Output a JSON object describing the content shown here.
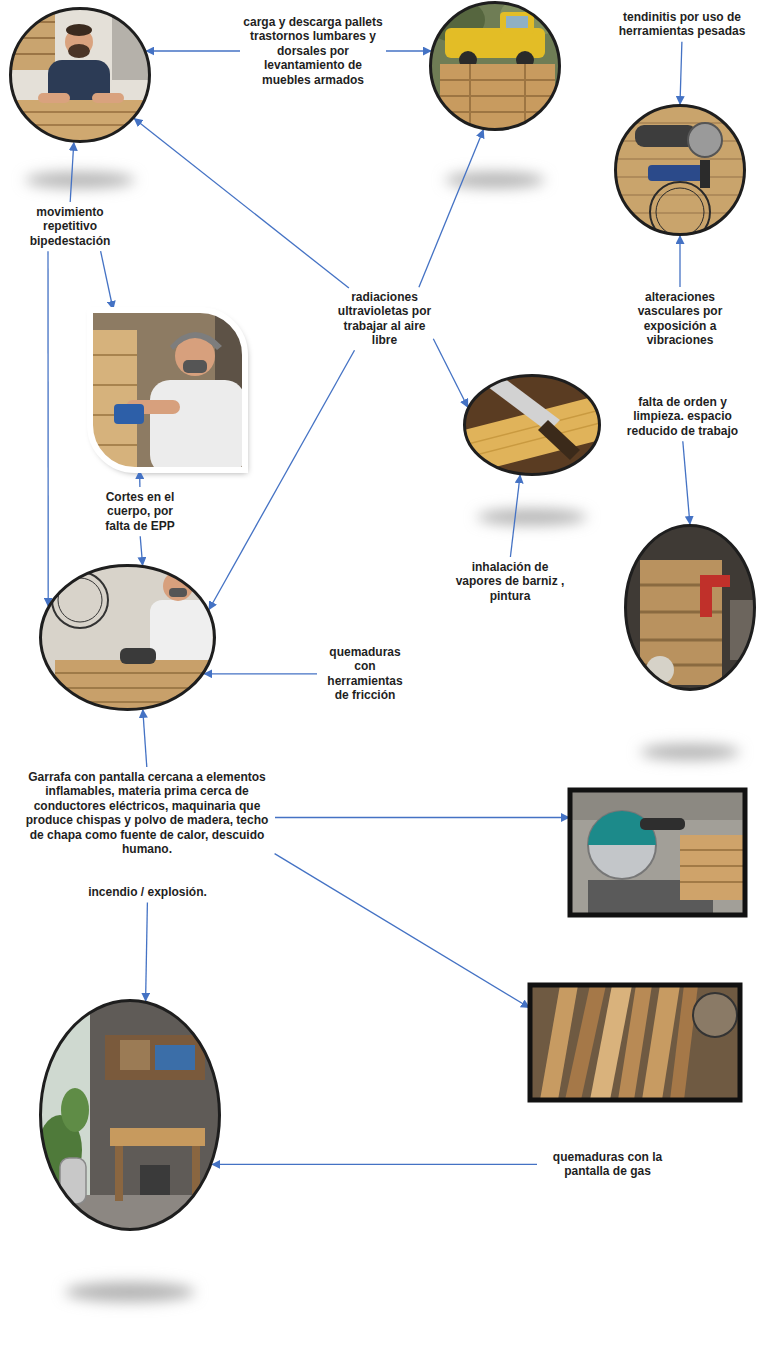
{
  "diagram": {
    "nodes": [
      {
        "text": []
      },
      {
        "text": [
          "carga y descarga pallets trastornos lumbares y dorsales por levantamiento de muebles armados"
        ]
      },
      {
        "text": []
      },
      {
        "text": [
          "tendinitis por uso de herramientas pesadas"
        ]
      },
      {
        "text": []
      },
      {
        "text": [
          "movimiento repetitivo bipedestación"
        ]
      },
      {
        "text": []
      },
      {
        "text": [
          "radiaciones ultravioletas por trabajar al aire libre"
        ]
      },
      {
        "text": [
          "alteraciones vasculares por exposición a vibraciones"
        ]
      },
      {
        "text": []
      },
      {
        "text": [
          "falta de orden y limpieza. espacio reducido de trabajo"
        ]
      },
      {
        "text": [
          "Cortes en el cuerpo, por falta de EPP"
        ]
      },
      {
        "text": [
          "inhalación de vapores de barniz , pintura"
        ]
      },
      {
        "text": []
      },
      {
        "text": []
      },
      {
        "text": [
          "quemaduras con herramientas de fricción"
        ]
      },
      {
        "text": [
          "Garrafa con pantalla cercana a elementos inflamables, materia prima cerca de conductores eléctricos, maquinaria que produce chispas y polvo de madera, techo de chapa como fuente de calor, descuido humano."
        ]
      },
      {
        "text": [
          "incendio / explosión."
        ]
      },
      {
        "text": []
      },
      {
        "text": []
      },
      {
        "text": [
          "quemaduras con la pantalla de gas"
        ]
      },
      {
        "text": []
      }
    ],
    "edges": [
      {
        "from": 1,
        "to": 0,
        "arrow": "to"
      },
      {
        "from": 1,
        "to": 2,
        "arrow": "to"
      },
      {
        "from": 3,
        "to": 4,
        "arrow": "to"
      },
      {
        "from": 5,
        "to": 0,
        "arrow": "to"
      },
      {
        "from": 5,
        "to": 6,
        "arrow": "to"
      },
      {
        "from": 5,
        "to": 14,
        "arrow": "to"
      },
      {
        "from": 7,
        "to": 0,
        "arrow": "to"
      },
      {
        "from": 7,
        "to": 2,
        "arrow": "to"
      },
      {
        "from": 7,
        "to": 9,
        "arrow": "to"
      },
      {
        "from": 7,
        "to": 14,
        "arrow": "to"
      },
      {
        "from": 8,
        "to": 4,
        "arrow": "to"
      },
      {
        "from": 10,
        "to": 13,
        "arrow": "to"
      },
      {
        "from": 11,
        "to": 6,
        "arrow": "to"
      },
      {
        "from": 11,
        "to": 14,
        "arrow": "to"
      },
      {
        "from": 12,
        "to": 9,
        "arrow": "to"
      },
      {
        "from": 15,
        "to": 14,
        "arrow": "to"
      },
      {
        "from": 16,
        "to": 14,
        "arrow": "to"
      },
      {
        "from": 16,
        "to": 18,
        "arrow": "to"
      },
      {
        "from": 16,
        "to": 19,
        "arrow": "to"
      },
      {
        "from": 17,
        "to": 21,
        "arrow": "to"
      },
      {
        "from": 20,
        "to": 21,
        "arrow": "to"
      }
    ]
  }
}
